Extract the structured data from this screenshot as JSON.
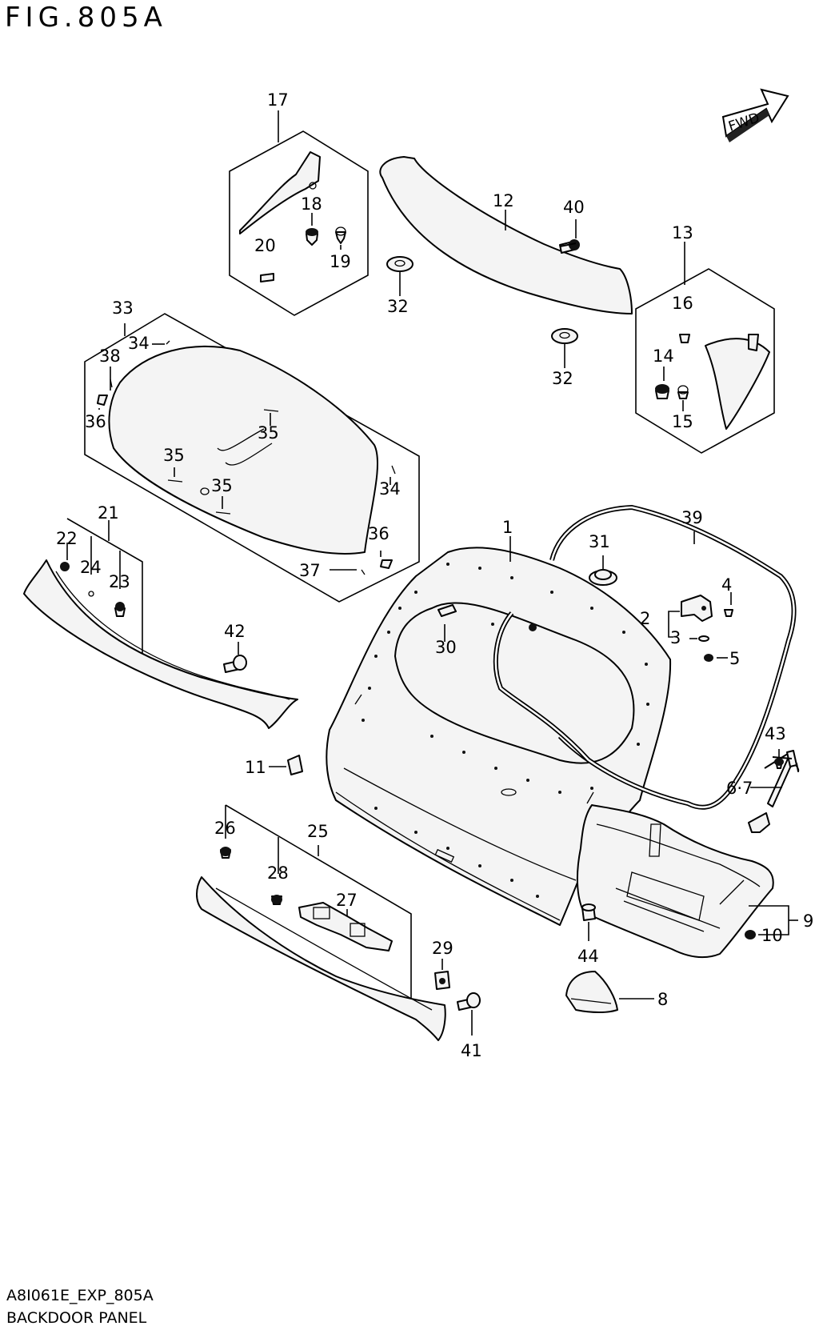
{
  "figure": {
    "title": "FIG.805A",
    "code": "A8I061E_EXP_805A",
    "name": "BACKDOOR PANEL",
    "direction_label": "FWD"
  },
  "callouts": {
    "c1": "1",
    "c2": "2",
    "c3": "3",
    "c4": "4",
    "c5": "5",
    "c67": "6·7",
    "c8": "8",
    "c9": "9",
    "c10": "10",
    "c11": "11",
    "c12": "12",
    "c13": "13",
    "c14": "14",
    "c15": "15",
    "c16": "16",
    "c17": "17",
    "c18": "18",
    "c19": "19",
    "c20": "20",
    "c21": "21",
    "c22": "22",
    "c23": "23",
    "c24": "24",
    "c25": "25",
    "c26": "26",
    "c27": "27",
    "c28": "28",
    "c29": "29",
    "c30": "30",
    "c31": "31",
    "c32a": "32",
    "c32b": "32",
    "c33": "33",
    "c34a": "34",
    "c34b": "34",
    "c35a": "35",
    "c35b": "35",
    "c35c": "35",
    "c36a": "36",
    "c36b": "36",
    "c37": "37",
    "c38": "38",
    "c39": "39",
    "c40": "40",
    "c41": "41",
    "c42": "42",
    "c43": "43",
    "c44": "44"
  }
}
